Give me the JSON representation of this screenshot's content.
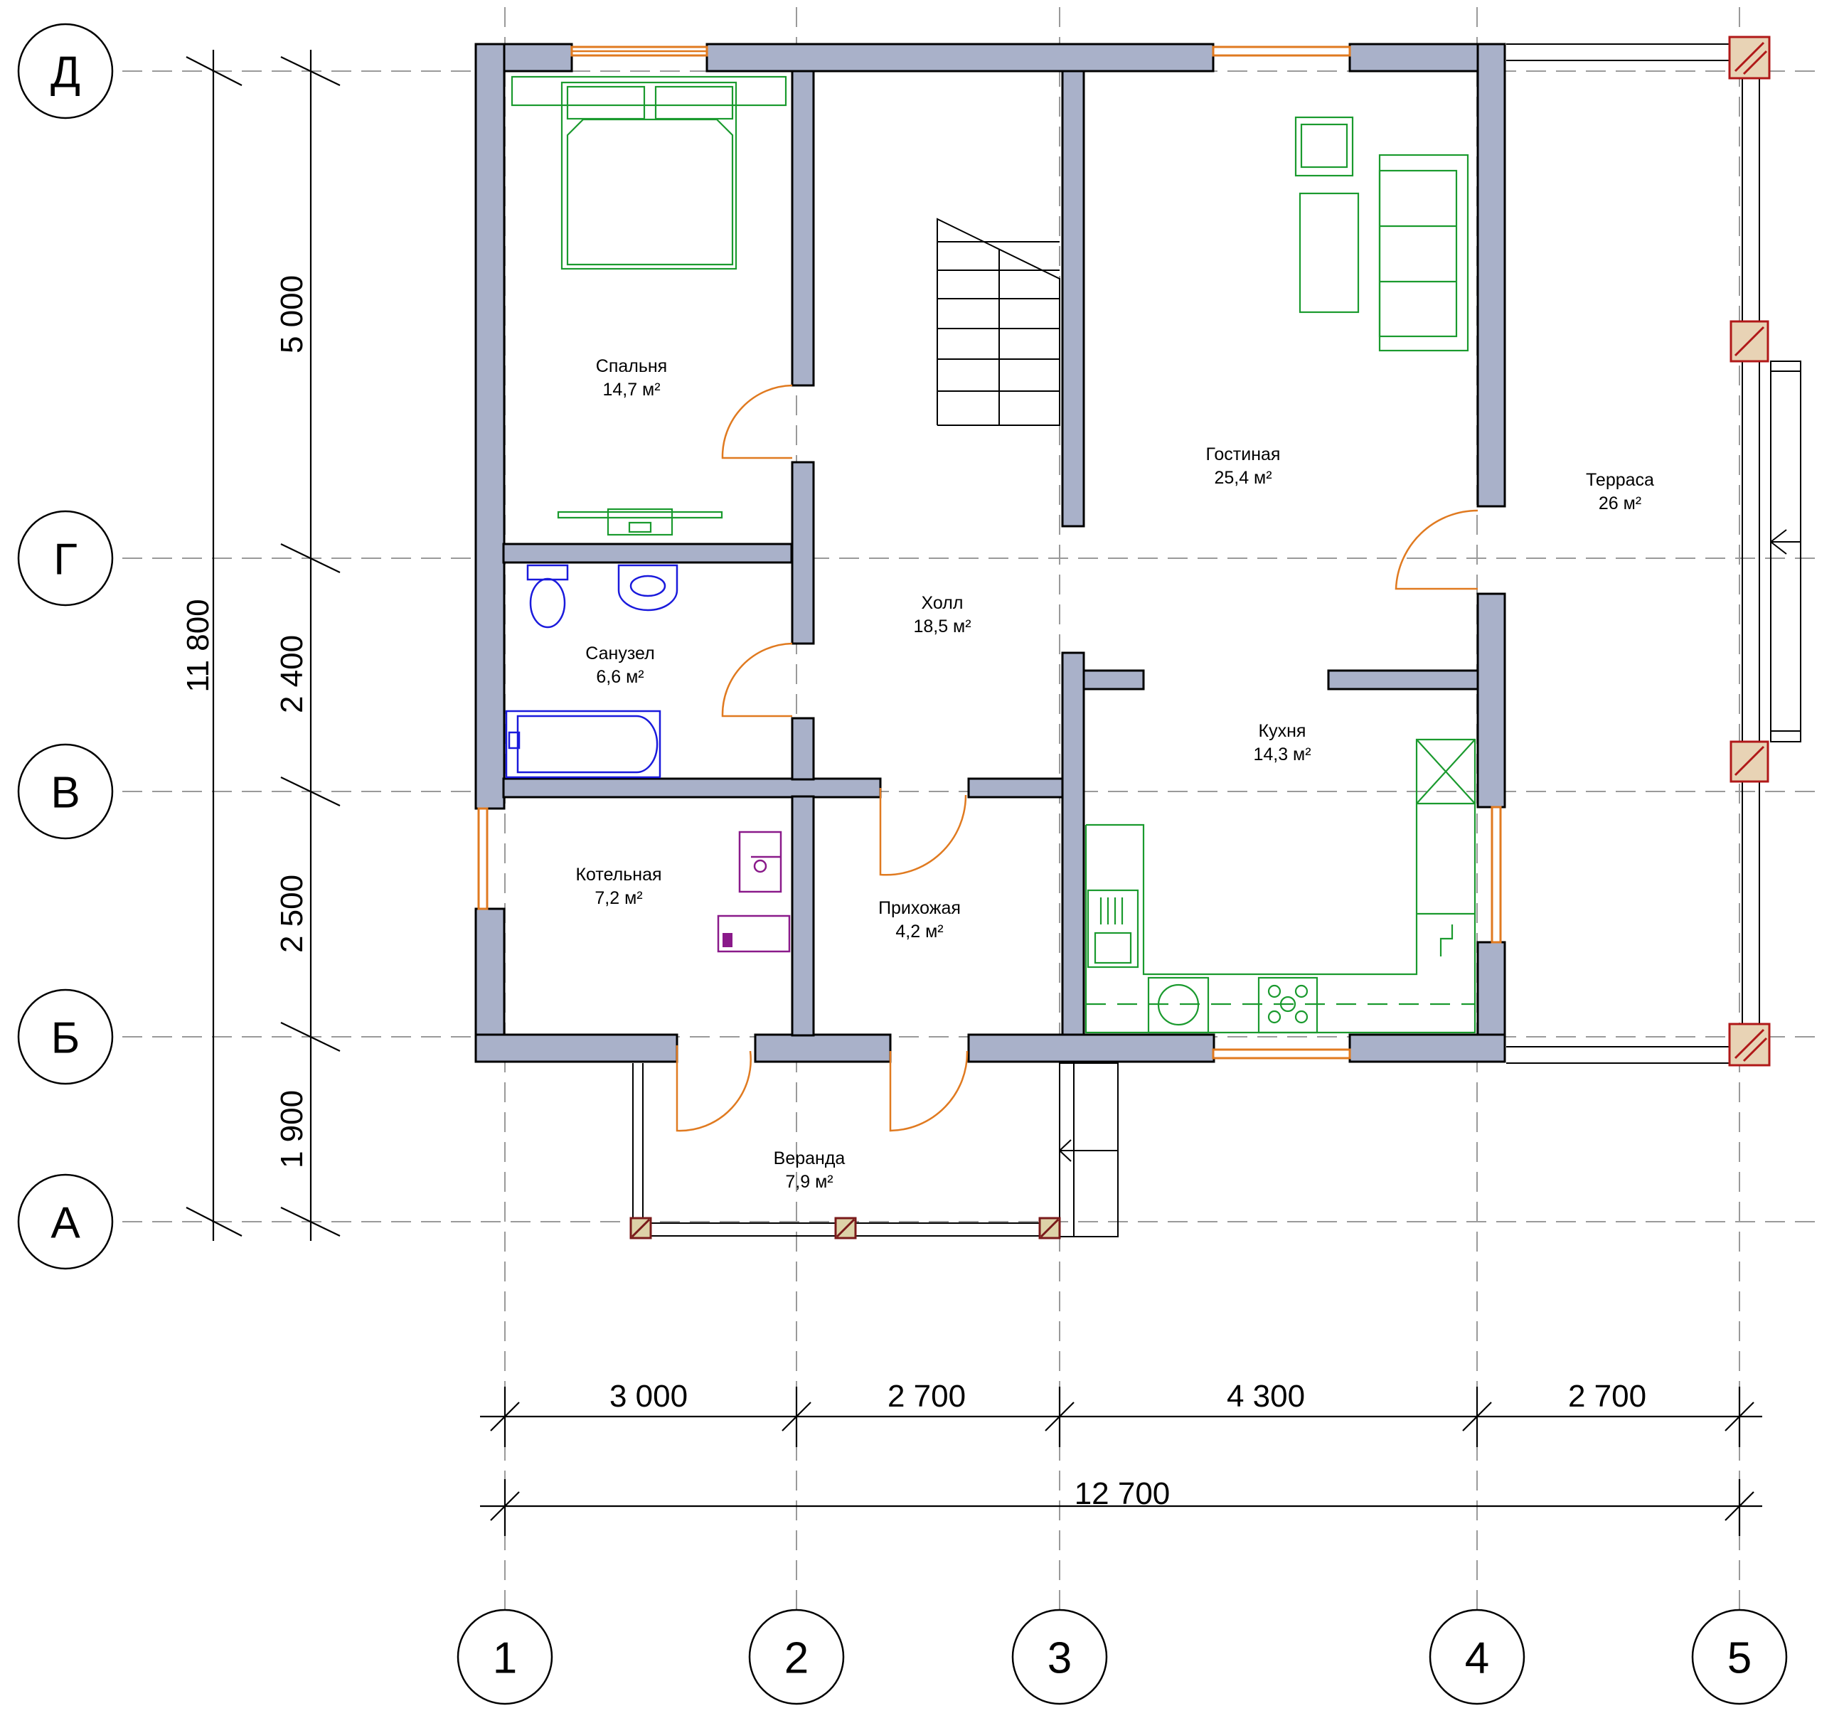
{
  "rooms": [
    {
      "id": "bedroom",
      "name": "Спальня",
      "area": "14,7 м²"
    },
    {
      "id": "bathroom",
      "name": "Санузел",
      "area": "6,6 м²"
    },
    {
      "id": "boiler",
      "name": "Котельная",
      "area": "7,2 м²"
    },
    {
      "id": "entry",
      "name": "Прихожая",
      "area": "4,2 м²"
    },
    {
      "id": "hall",
      "name": "Холл",
      "area": "18,5 м²"
    },
    {
      "id": "living",
      "name": "Гостиная",
      "area": "25,4 м²"
    },
    {
      "id": "kitchen",
      "name": "Кухня",
      "area": "14,3 м²"
    },
    {
      "id": "terrace",
      "name": "Терраса",
      "area": "26 м²"
    },
    {
      "id": "veranda",
      "name": "Веранда",
      "area": "7,9 м²"
    }
  ],
  "axes": {
    "rows": [
      "Д",
      "Г",
      "В",
      "Б",
      "А"
    ],
    "columns": [
      "1",
      "2",
      "3",
      "4",
      "5"
    ]
  },
  "dimensions": {
    "vertical_total": "11 800",
    "vertical_segments": [
      "5 000",
      "2 400",
      "2 500",
      "1 900"
    ],
    "horizontal_segments": [
      "3 000",
      "2 700",
      "4 300",
      "2 700"
    ],
    "horizontal_total": "12 700"
  },
  "colors": {
    "wall": "#a9b1c9",
    "door_window": "#e07a20",
    "furniture_green": "#1a9a2e",
    "plumbing_blue": "#1a1adc",
    "boiler_purple": "#8a1a8a",
    "column_outline": "#b01818"
  }
}
